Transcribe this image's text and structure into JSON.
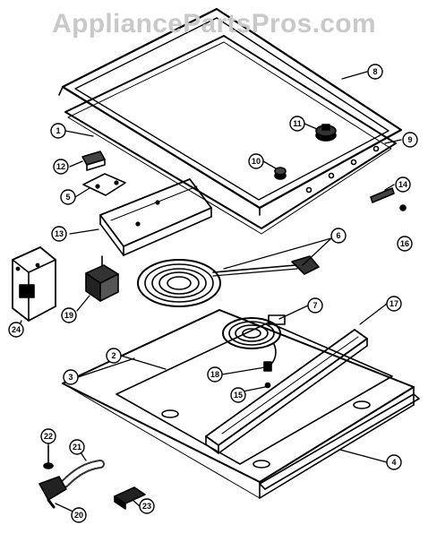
{
  "watermark": "AppliancePartsPros.com",
  "callouts": [
    "1",
    "2",
    "3",
    "4",
    "5",
    "6",
    "7",
    "8",
    "9",
    "10",
    "11",
    "12",
    "13",
    "14",
    "15",
    "16",
    "17",
    "18",
    "19",
    "20",
    "21",
    "22",
    "23",
    "24"
  ],
  "colors": {
    "ink": "#000000",
    "watermark": "#c9c9c9",
    "background": "#ffffff"
  }
}
